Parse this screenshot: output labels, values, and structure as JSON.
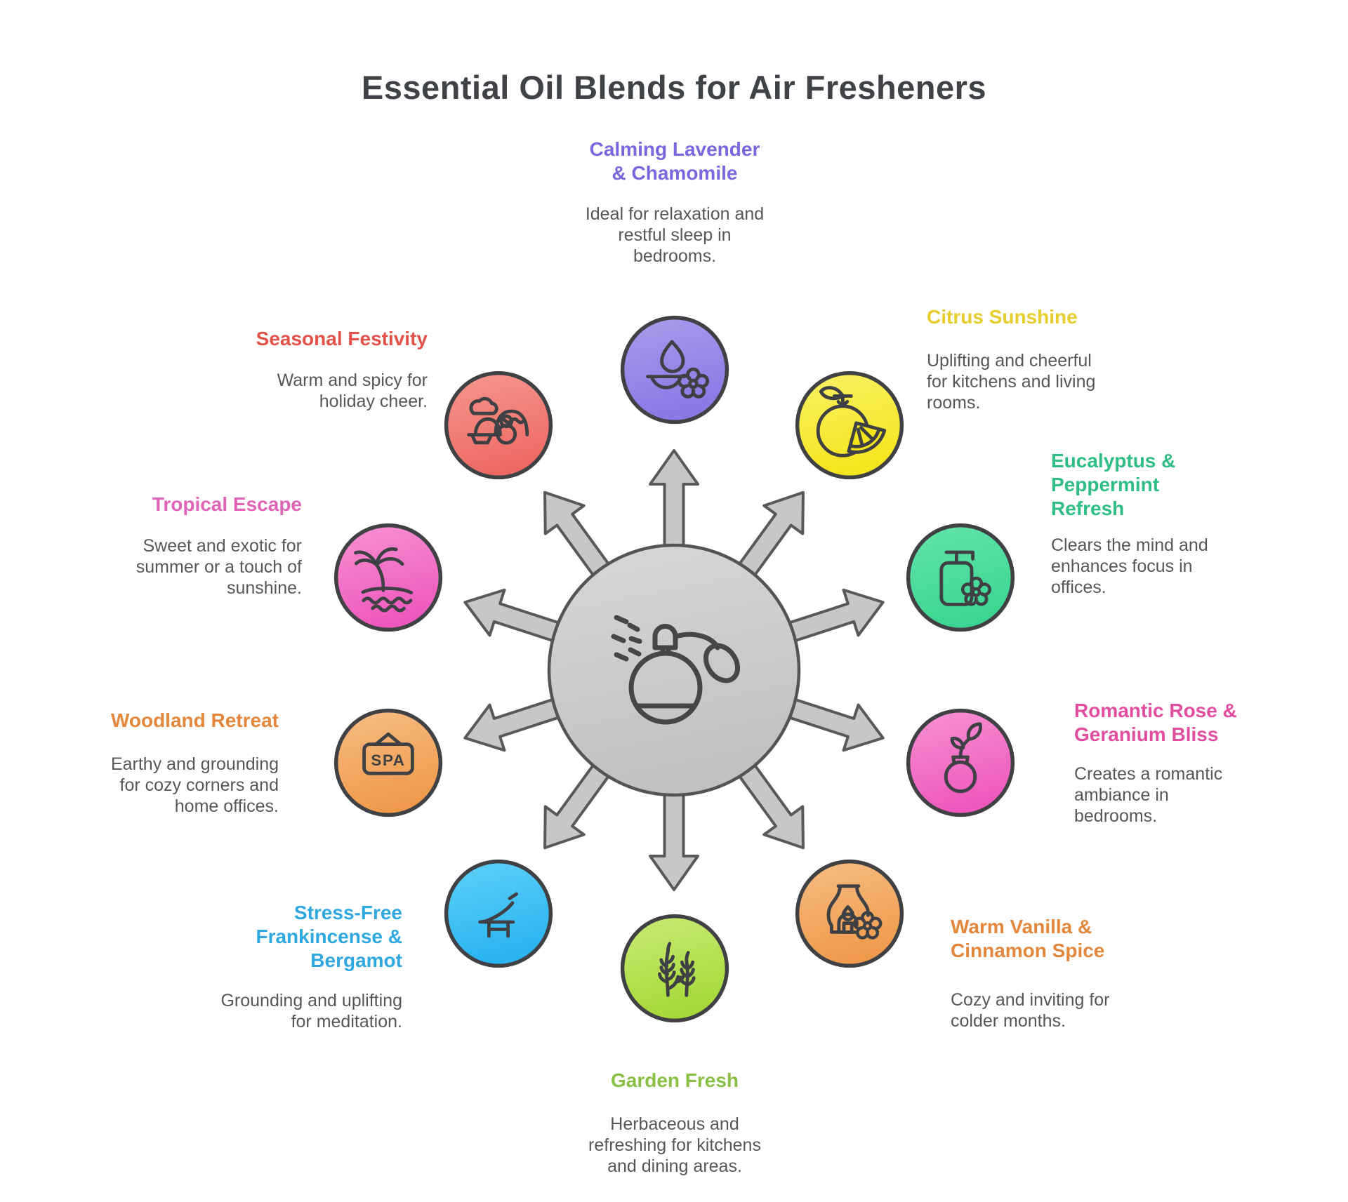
{
  "title": "Essential Oil Blends for Air Fresheners",
  "spa_sign": "SPA",
  "colors": {
    "page_title": "#3f4347",
    "body_text": "#54585b",
    "icon_stroke": "#3e4043",
    "hub_fill_top": "#d7d7d7",
    "hub_fill_bottom": "#c1c1c1",
    "hub_stroke": "#525456",
    "arrow_fill": "#c7c7c7",
    "arrow_stroke": "#58595b"
  },
  "center": {
    "icon": "perfume-atomizer-icon"
  },
  "blends": [
    {
      "id": "lavender",
      "icon": "oil-lamp-flower-icon",
      "title_lines": [
        "Calming Lavender",
        "& Chamomile"
      ],
      "description": "Ideal for relaxation and restful sleep in bedrooms.",
      "desc_lines": [
        "Ideal for relaxation and",
        "restful sleep in",
        "bedrooms."
      ],
      "accent": "#7a66de",
      "gradient_top": "#aa9cec",
      "gradient_bottom": "#8a78e4"
    },
    {
      "id": "citrus",
      "icon": "orange-with-slice-icon",
      "title_lines": [
        "Citrus Sunshine"
      ],
      "description": "Uplifting and cheerful for kitchens and living rooms.",
      "desc_lines": [
        "Uplifting and cheerful",
        "for kitchens and living",
        "rooms."
      ],
      "accent": "#e7cd2e",
      "gradient_top": "#faf065",
      "gradient_bottom": "#f5e51d"
    },
    {
      "id": "eucalyptus",
      "icon": "pump-bottle-flower-icon",
      "title_lines": [
        "Eucalyptus &",
        "Peppermint",
        "Refresh"
      ],
      "description": "Clears the mind and enhances focus in offices.",
      "desc_lines": [
        "Clears the mind and",
        "enhances focus in",
        "offices."
      ],
      "accent": "#2dbd85",
      "gradient_top": "#63e4a8",
      "gradient_bottom": "#3bd691"
    },
    {
      "id": "rose",
      "icon": "bud-vase-sprout-icon",
      "title_lines": [
        "Romantic Rose &",
        "Geranium Bliss"
      ],
      "description": "Creates a romantic ambiance in bedrooms.",
      "desc_lines": [
        "Creates a romantic",
        "ambiance in",
        "bedrooms."
      ],
      "accent": "#e14d9f",
      "gradient_top": "#f792d3",
      "gradient_bottom": "#ee58be"
    },
    {
      "id": "vanilla",
      "icon": "oil-burner-flower-icon",
      "title_lines": [
        "Warm Vanilla &",
        "Cinnamon Spice"
      ],
      "description": "Cozy and inviting for colder months.",
      "desc_lines": [
        "Cozy and inviting for",
        "colder months."
      ],
      "accent": "#e2873b",
      "gradient_top": "#f7bd83",
      "gradient_bottom": "#ef9a4b"
    },
    {
      "id": "garden",
      "icon": "herb-sprigs-icon",
      "title_lines": [
        "Garden Fresh"
      ],
      "description": "Herbaceous and refreshing for kitchens and dining areas.",
      "desc_lines": [
        "Herbaceous and",
        "refreshing for kitchens",
        "and dining areas."
      ],
      "accent": "#8abf45",
      "gradient_top": "#c8eb76",
      "gradient_bottom": "#a6d937"
    },
    {
      "id": "frankincense",
      "icon": "lounge-chair-icon",
      "title_lines": [
        "Stress-Free",
        "Frankincense &",
        "Bergamot"
      ],
      "description": "Grounding and uplifting for meditation.",
      "desc_lines": [
        "Grounding and uplifting",
        "for meditation."
      ],
      "accent": "#2fa8e0",
      "gradient_top": "#5fd0f8",
      "gradient_bottom": "#29b4f0"
    },
    {
      "id": "woodland",
      "icon": "spa-sign-icon",
      "title_lines": [
        "Woodland Retreat"
      ],
      "description": "Earthy and grounding for cozy corners and home offices.",
      "desc_lines": [
        "Earthy and grounding",
        "for cozy corners and",
        "home offices."
      ],
      "accent": "#e2873b",
      "gradient_top": "#f7bd83",
      "gradient_bottom": "#ef9a4b"
    },
    {
      "id": "tropical",
      "icon": "palm-island-icon",
      "title_lines": [
        "Tropical Escape"
      ],
      "description": "Sweet and exotic for summer or a touch of sunshine.",
      "desc_lines": [
        "Sweet and exotic for",
        "summer or a touch of",
        "sunshine."
      ],
      "accent": "#df64b8",
      "gradient_top": "#f792d3",
      "gradient_bottom": "#ee58be"
    },
    {
      "id": "festivity",
      "icon": "winter-scene-icon",
      "title_lines": [
        "Seasonal Festivity"
      ],
      "description": "Warm and spicy for holiday cheer.",
      "desc_lines": [
        "Warm and spicy for",
        "holiday cheer."
      ],
      "accent": "#e25249",
      "gradient_top": "#f69790",
      "gradient_bottom": "#ed6a63"
    }
  ]
}
